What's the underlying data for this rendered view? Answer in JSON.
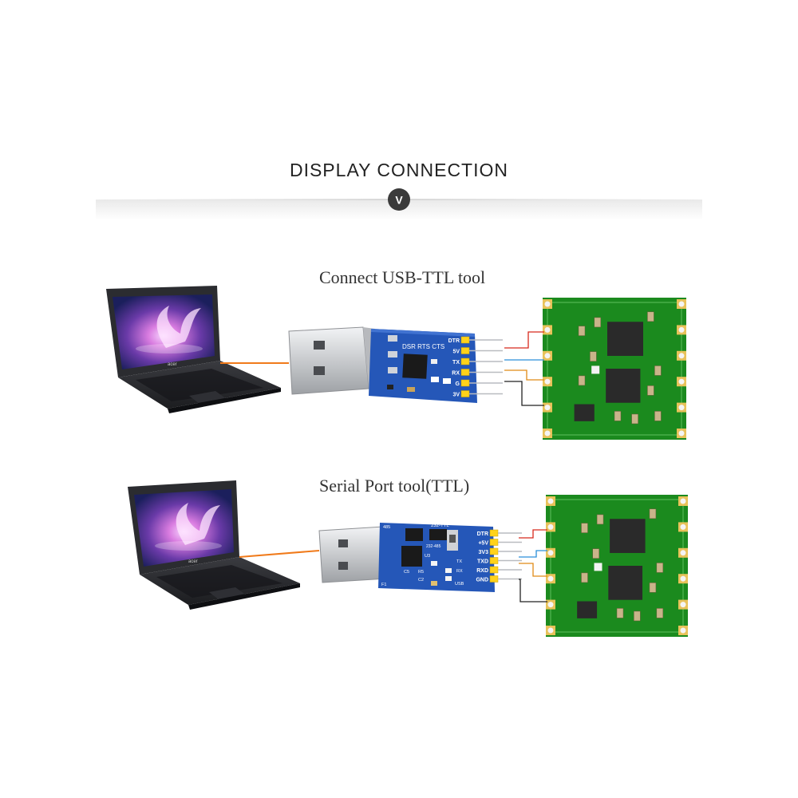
{
  "header": {
    "title": "DISPLAY  CONNECTION",
    "badge_glyph": "V"
  },
  "diagrams": [
    {
      "caption": "Connect USB-TTL tool",
      "laptop_brand": "acer",
      "adapter_top_labels": "DSR RTS CTS",
      "pins": [
        "DTR",
        "5V",
        "TX",
        "RX",
        "G",
        "3V"
      ]
    },
    {
      "caption": "Serial Port tool(TTL)",
      "laptop_brand": "acer",
      "adapter_top_labels": "232-TTL",
      "adapter_sub_label": "232-485",
      "adapter_small_labels": [
        "485",
        "U3",
        "C5",
        "R5",
        "C2",
        "F1",
        "TX",
        "RX",
        "USB"
      ],
      "pins": [
        "DTR",
        "+5V",
        "3V3",
        "TXD",
        "RXD",
        "GND"
      ]
    }
  ],
  "colors": {
    "laptop_body": "#2b2c30",
    "screen_center": "#d97ce0",
    "screen_edge": "#1b1f5c",
    "usb_metal": "#d4d6d9",
    "adapter_pcb": "#2557b8",
    "module_pcb": "#1b8a1e",
    "pin_gold": "#ffd21a",
    "cable_orange": "#f07a1a",
    "wire_red": "#d8291c",
    "wire_blue": "#2a8fd9",
    "wire_orange": "#e08a16",
    "wire_black": "#222222"
  }
}
